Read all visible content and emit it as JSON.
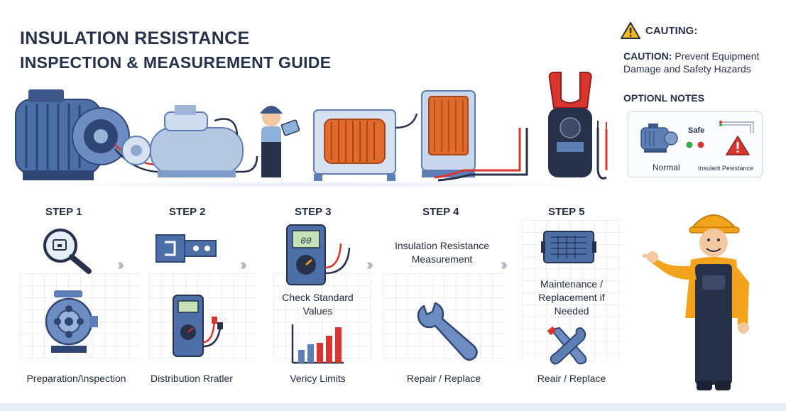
{
  "title": {
    "line1": "INSULATION RESISTANCE",
    "line2": "INSPECTION & MEASUREMENT GUIDE"
  },
  "caution": {
    "heading": "CAUTING:",
    "bold": "CAUTION:",
    "text": " Prevent Equipment Damage and Safety Hazards",
    "icon": "warning-triangle-icon"
  },
  "notes": {
    "title": "OPTIONL NOTES",
    "safe": "Safe",
    "normal": "Normal",
    "resistance": "Insulant Pesistance"
  },
  "steps": [
    {
      "label": "STEP 1",
      "text": "Preparation/\\nspection",
      "icon": "magnifier-icon",
      "image": "motor-end-icon"
    },
    {
      "label": "STEP 2",
      "text": "Distribution Rratler",
      "icon": "clamp-icon",
      "image": "multimeter-icon"
    },
    {
      "label": "STEP 3",
      "text_top": "Check Standard Values",
      "text": "Vericy Limits",
      "icon": "meter-icon",
      "image": "bar-chart-icon"
    },
    {
      "label": "STEP 4",
      "text_top": "Insulation Resistance Measurement",
      "text": "Repair / Replace",
      "icon": "wrench-icon"
    },
    {
      "label": "STEP 5",
      "text_top": "Maintenance / Replacement if Needed",
      "text": "Reair / Replace",
      "icon": "tools-icon",
      "image": "panel-icon"
    }
  ],
  "colors": {
    "steel_blue": "#5d7fb5",
    "copper": "#e06b2b",
    "red": "#d9352f",
    "orange_helmet": "#f3a41c",
    "navy": "#27314a"
  }
}
